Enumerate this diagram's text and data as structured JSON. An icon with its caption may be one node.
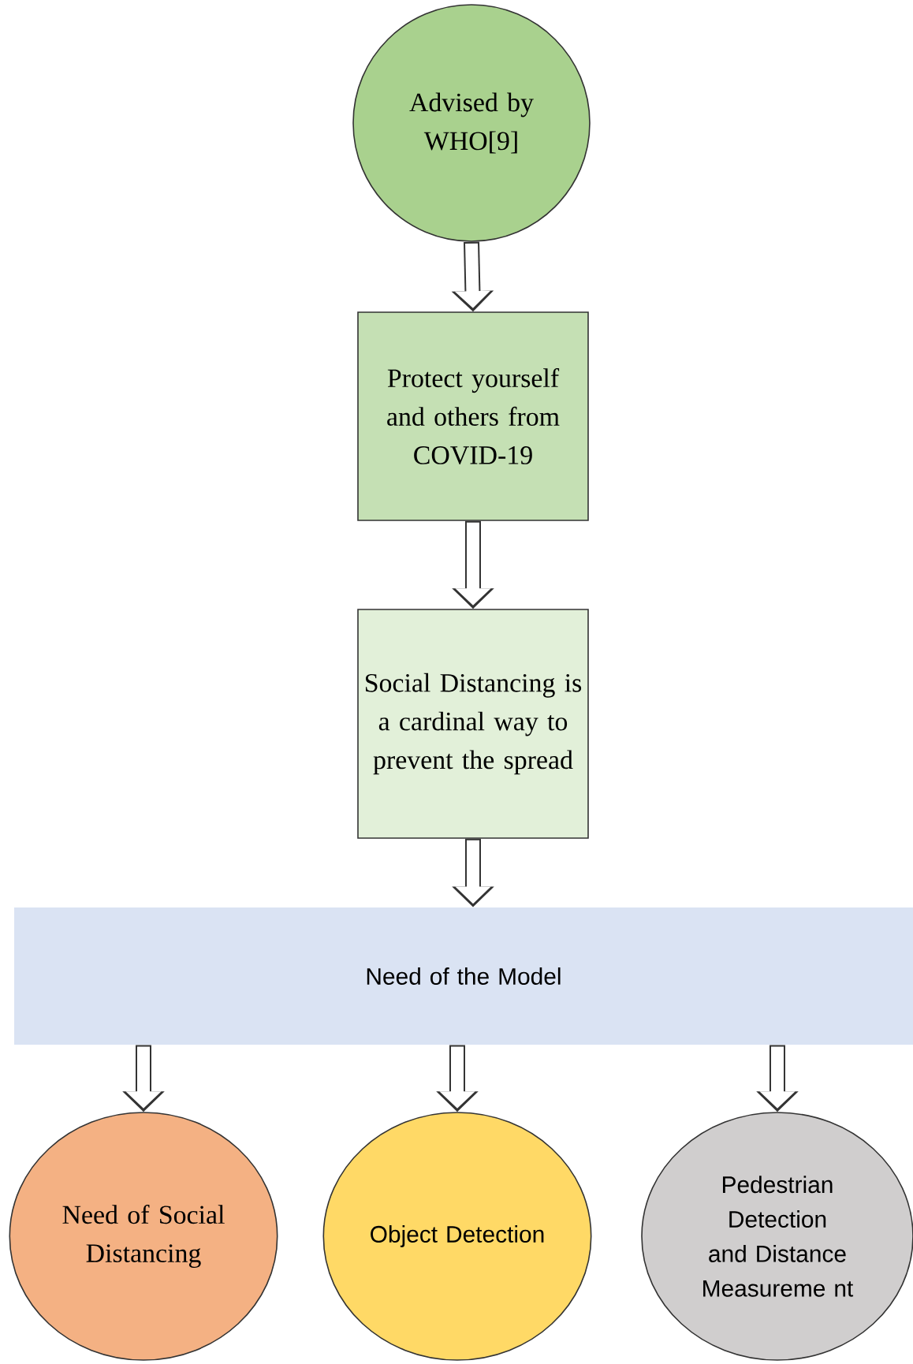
{
  "diagram": {
    "nodes": [
      {
        "text": [
          "Advised by WHO[9]"
        ]
      },
      {
        "text": [
          "Protect yourself and others from COVID-19"
        ]
      },
      {
        "text": [
          "Social Distancing is a cardinal way to prevent the spread"
        ]
      },
      {
        "text": [
          "Need of the Model"
        ]
      },
      {
        "text": [
          "Need of Social Distancing"
        ]
      },
      {
        "text": [
          "Object Detection"
        ]
      },
      {
        "text": [
          "Pedestrian Detection and Distance Measureme nt"
        ]
      }
    ],
    "edges": [
      {
        "from": 0,
        "to": 1,
        "arrow": "to"
      },
      {
        "from": 1,
        "to": 2,
        "arrow": "to"
      },
      {
        "from": 2,
        "to": 3,
        "arrow": "to"
      },
      {
        "from": 3,
        "to": 4,
        "arrow": "to"
      },
      {
        "from": 3,
        "to": 5,
        "arrow": "to"
      },
      {
        "from": 3,
        "to": 6,
        "arrow": "to"
      }
    ]
  }
}
